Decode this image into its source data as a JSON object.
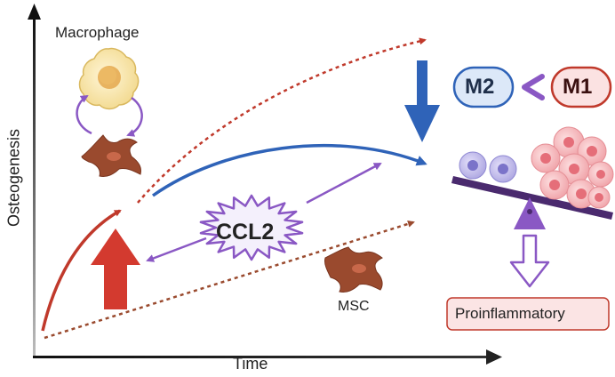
{
  "axes": {
    "x_label": "Time",
    "y_label": "Osteogenesis"
  },
  "labels": {
    "macrophage": "Macrophage",
    "msc": "MSC",
    "ccl2": "CCL2",
    "m2": "M2",
    "m1": "M1",
    "proinflammatory": "Proinflammatory"
  },
  "colors": {
    "axis": "#222222",
    "red": "#c0392b",
    "blue": "#2f63b8",
    "brown": "#9a4a2e",
    "purple": "#8a58c4",
    "m2_fill": "#dce8f8",
    "m2_border": "#2f63b8",
    "m1_fill": "#fbe2e2",
    "m1_border": "#c0392b",
    "proinflammatory_fill": "#fbe4e4",
    "macrophage_fill": "#f6e3a8",
    "m2_cell": "#b9b4e6",
    "m1_cell": "#f5b5b8",
    "seesaw": "#4a2a6e"
  },
  "icons": [
    "macrophage-icon",
    "msc-cell-icon",
    "m2-cell-icon",
    "m1-cell-icon",
    "seesaw-icon",
    "starburst-icon"
  ]
}
